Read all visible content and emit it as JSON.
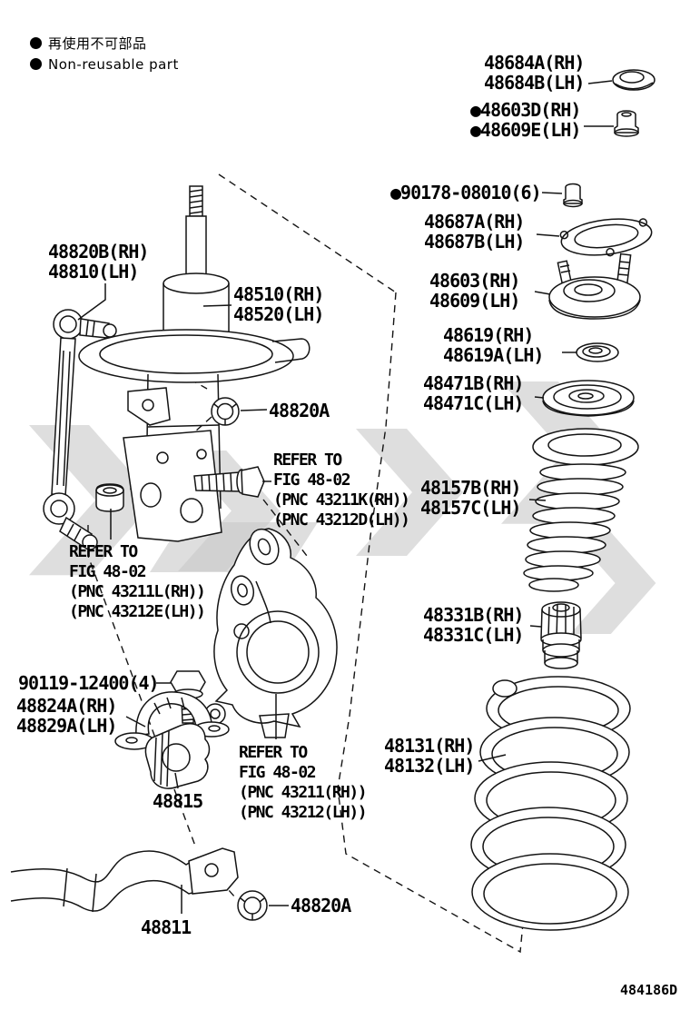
{
  "legend": {
    "jp": "再使用不可部品",
    "en": "Non-reusable part"
  },
  "doc_code": "484186D",
  "labels": {
    "cap": {
      "l1": "48684A(RH)",
      "l2": "48684B(LH)"
    },
    "nut_top": {
      "l1": "●48603D(RH)",
      "l2": "●48609E(LH)"
    },
    "nut_90178": {
      "l1": "●90178-08010(6)"
    },
    "gasket": {
      "l1": "48687A(RH)",
      "l2": "48687B(LH)"
    },
    "support": {
      "l1": "48603(RH)",
      "l2": "48609(LH)"
    },
    "bearing": {
      "l1": "48619(RH)",
      "l2": "48619A(LH)"
    },
    "seat_upper": {
      "l1": "48471B(RH)",
      "l2": "48471C(LH)"
    },
    "boot": {
      "l1": "48157B(RH)",
      "l2": "48157C(LH)"
    },
    "bump": {
      "l1": "48331B(RH)",
      "l2": "48331C(LH)"
    },
    "spring": {
      "l1": "48131(RH)",
      "l2": "48132(LH)"
    },
    "link": {
      "l1": "48820B(RH)",
      "l2": "48810(LH)"
    },
    "strut": {
      "l1": "48510(RH)",
      "l2": "48520(LH)"
    },
    "nut_a1": {
      "l1": "48820A"
    },
    "refer_k": {
      "l1": "REFER TO",
      "l2": "FIG 48-02",
      "l3": "(PNC 43211K(RH))",
      "l4": "(PNC 43212D(LH))"
    },
    "refer_l": {
      "l1": "REFER TO",
      "l2": "FIG 48-02",
      "l3": "(PNC 43211L(RH))",
      "l4": "(PNC 43212E(LH))"
    },
    "bolt_90119": {
      "l1": "90119-12400(4)"
    },
    "bracket": {
      "l1": "48824A(RH)",
      "l2": "48829A(LH)"
    },
    "bush": {
      "l1": "48815"
    },
    "refer_n": {
      "l1": "REFER TO",
      "l2": "FIG 48-02",
      "l3": "(PNC 43211(RH))",
      "l4": "(PNC 43212(LH))"
    },
    "bar": {
      "l1": "48811"
    },
    "nut_a2": {
      "l1": "48820A"
    }
  }
}
